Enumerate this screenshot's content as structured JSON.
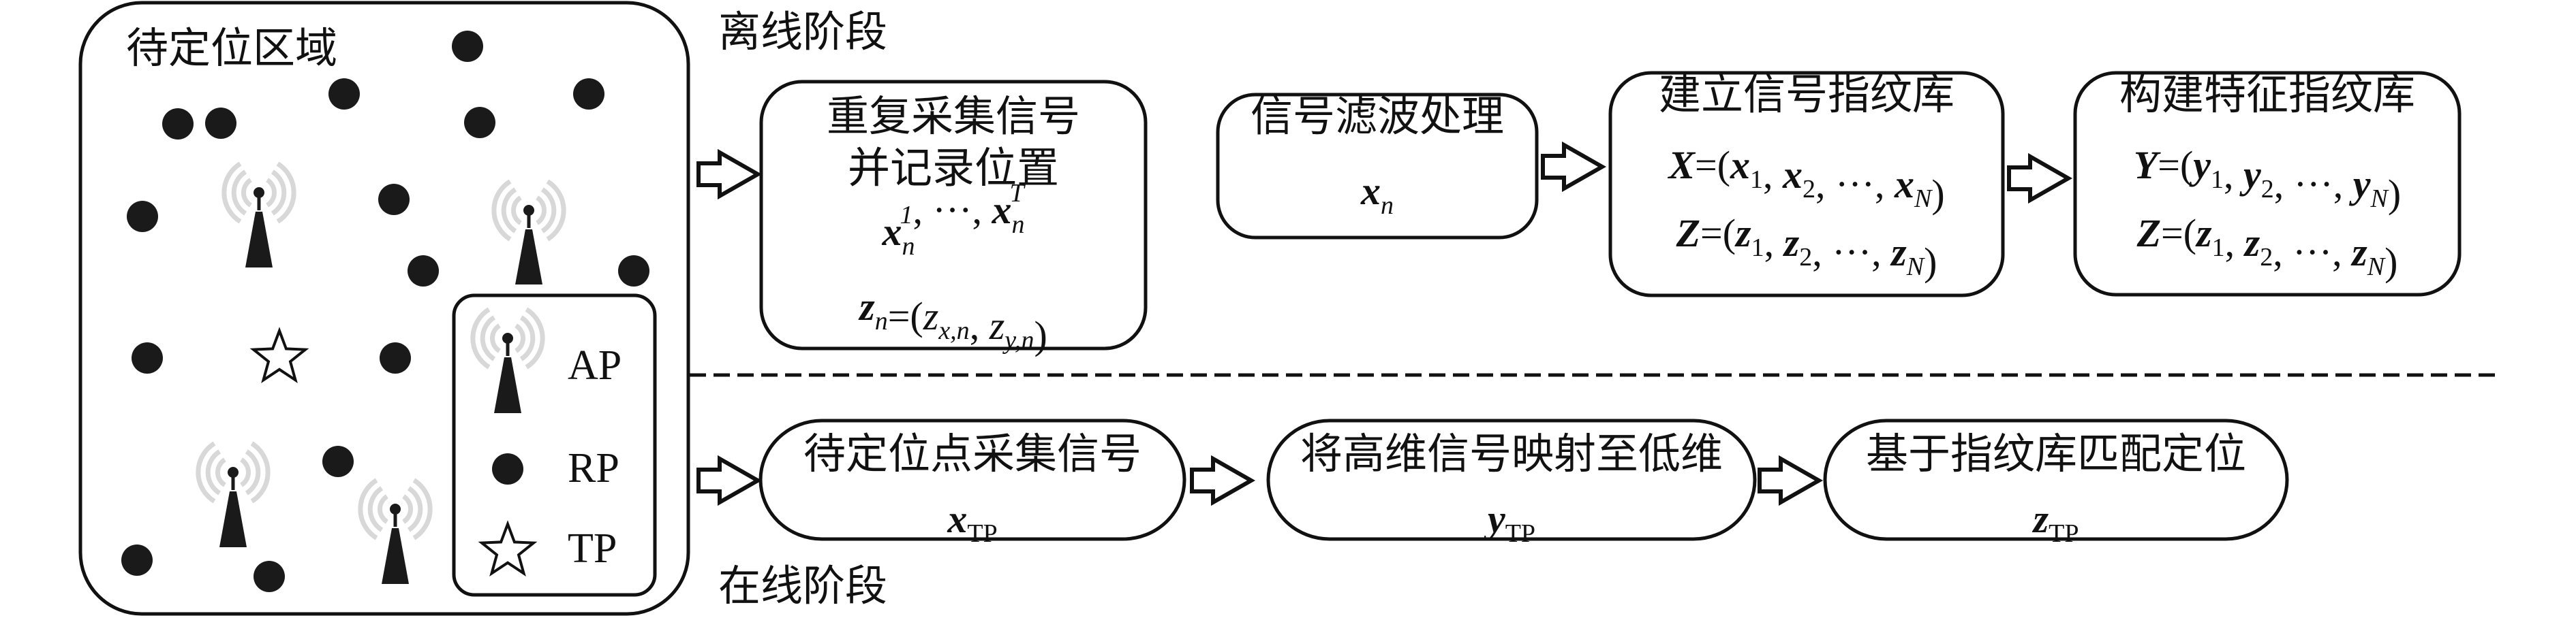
{
  "region": {
    "title": "待定位区域",
    "legend": [
      {
        "symbol": "ap-tower-icon",
        "label": "AP"
      },
      {
        "symbol": "rp-dot-icon",
        "label": "RP"
      },
      {
        "symbol": "tp-star-icon",
        "label": "TP"
      }
    ]
  },
  "offline": {
    "label": "离线阶段",
    "steps": [
      {
        "title_lines": [
          "重复采集信号",
          "并记录位置"
        ],
        "formula_lines": [
          [
            {
              "t": "x",
              "s": "mb"
            },
            {
              "t": "n",
              "s": "sub mi",
              "sup": "1"
            },
            {
              "t": ", ···, ",
              "s": ""
            },
            {
              "t": "x",
              "s": "mb"
            },
            {
              "t": "n",
              "s": "sub mi",
              "sup": "T"
            }
          ],
          [
            {
              "t": "z",
              "s": "mb"
            },
            {
              "t": "n",
              "s": "sub mi"
            },
            {
              "t": "=(",
              "s": ""
            },
            {
              "t": "z",
              "s": "mi"
            },
            {
              "t": "x,n",
              "s": "sub mi"
            },
            {
              "t": ", ",
              "s": ""
            },
            {
              "t": "z",
              "s": "mi"
            },
            {
              "t": "y,n",
              "s": "sub mi"
            },
            {
              "t": ")",
              "s": ""
            }
          ]
        ]
      },
      {
        "title_lines": [
          "信号滤波处理"
        ],
        "formula_lines": [
          [
            {
              "t": "x",
              "s": "mb"
            },
            {
              "t": "n",
              "s": "sub mi"
            }
          ]
        ]
      },
      {
        "title_lines": [
          "建立信号指纹库"
        ],
        "formula_lines": [
          [
            {
              "t": "X",
              "s": "mb"
            },
            {
              "t": "=(",
              "s": ""
            },
            {
              "t": "x",
              "s": "mb"
            },
            {
              "t": "1",
              "s": "sub"
            },
            {
              "t": ", ",
              "s": ""
            },
            {
              "t": "x",
              "s": "mb"
            },
            {
              "t": "2",
              "s": "sub"
            },
            {
              "t": ", ···, ",
              "s": ""
            },
            {
              "t": "x",
              "s": "mb"
            },
            {
              "t": "N",
              "s": "sub mi"
            },
            {
              "t": ")",
              "s": ""
            }
          ],
          [
            {
              "t": "Z",
              "s": "mb"
            },
            {
              "t": "=(",
              "s": ""
            },
            {
              "t": "z",
              "s": "mb"
            },
            {
              "t": "1",
              "s": "sub"
            },
            {
              "t": ", ",
              "s": ""
            },
            {
              "t": "z",
              "s": "mb"
            },
            {
              "t": "2",
              "s": "sub"
            },
            {
              "t": ", ···, ",
              "s": ""
            },
            {
              "t": "z",
              "s": "mb"
            },
            {
              "t": "N",
              "s": "sub mi"
            },
            {
              "t": ")",
              "s": ""
            }
          ]
        ]
      },
      {
        "title_lines": [
          "构建特征指纹库"
        ],
        "formula_lines": [
          [
            {
              "t": "Y",
              "s": "mb"
            },
            {
              "t": "=(",
              "s": ""
            },
            {
              "t": "y",
              "s": "mb"
            },
            {
              "t": "1",
              "s": "sub"
            },
            {
              "t": ", ",
              "s": ""
            },
            {
              "t": "y",
              "s": "mb"
            },
            {
              "t": "2",
              "s": "sub"
            },
            {
              "t": ", ···, ",
              "s": ""
            },
            {
              "t": "y",
              "s": "mb"
            },
            {
              "t": "N",
              "s": "sub mi"
            },
            {
              "t": ")",
              "s": ""
            }
          ],
          [
            {
              "t": "Z",
              "s": "mb"
            },
            {
              "t": "=(",
              "s": ""
            },
            {
              "t": "z",
              "s": "mb"
            },
            {
              "t": "1",
              "s": "sub"
            },
            {
              "t": ", ",
              "s": ""
            },
            {
              "t": "z",
              "s": "mb"
            },
            {
              "t": "2",
              "s": "sub"
            },
            {
              "t": ", ···, ",
              "s": ""
            },
            {
              "t": "z",
              "s": "mb"
            },
            {
              "t": "N",
              "s": "sub mi"
            },
            {
              "t": ")",
              "s": ""
            }
          ]
        ]
      }
    ]
  },
  "online": {
    "label": "在线阶段",
    "steps": [
      {
        "title_lines": [
          "待定位点采集信号"
        ],
        "formula_lines": [
          [
            {
              "t": "x",
              "s": "mb"
            },
            {
              "t": "TP",
              "s": "sub"
            }
          ]
        ]
      },
      {
        "title_lines": [
          "将高维信号映射至低维"
        ],
        "formula_lines": [
          [
            {
              "t": "y",
              "s": "mb"
            },
            {
              "t": "TP",
              "s": "sub"
            }
          ]
        ]
      },
      {
        "title_lines": [
          "基于指纹库匹配定位"
        ],
        "formula_lines": [
          [
            {
              "t": "z",
              "s": "mb"
            },
            {
              "t": "TP",
              "s": "sub"
            }
          ]
        ]
      }
    ]
  }
}
